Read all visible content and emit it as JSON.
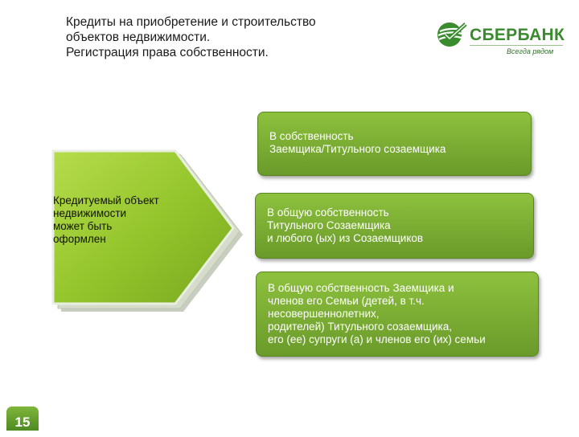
{
  "header": {
    "title_lines": [
      "Кредиты на приобретение и строительство",
      "объектов недвижимости.",
      "Регистрация права собственности."
    ]
  },
  "logo": {
    "name": "СБЕРБАНК",
    "slogan": "Всегда рядом"
  },
  "arrow": {
    "lines": [
      " Кредитуемый объект",
      "недвижимости",
      "может быть",
      "оформлен"
    ]
  },
  "options": [
    {
      "lines": [
        "В собственность",
        "Заемщика/Титульного созаемщика"
      ]
    },
    {
      "lines": [
        "В общую собственность",
        "Титульного Созаемщика",
        "и любого (ых) из Созаемщиков"
      ]
    },
    {
      "lines": [
        "В общую собственность Заемщика и",
        "членов его Семьи (детей, в т.ч.",
        "несовершеннолетних,",
        " родителей) Титульного созаемщика,",
        "его (ее) супруги (а)  и членов его (их) семьи"
      ]
    }
  ],
  "page": {
    "number": "15"
  },
  "colors": {
    "brand_green": "#3a8a2e",
    "box_green": "#7cb037",
    "arrow_green": "#9ccc2e"
  }
}
